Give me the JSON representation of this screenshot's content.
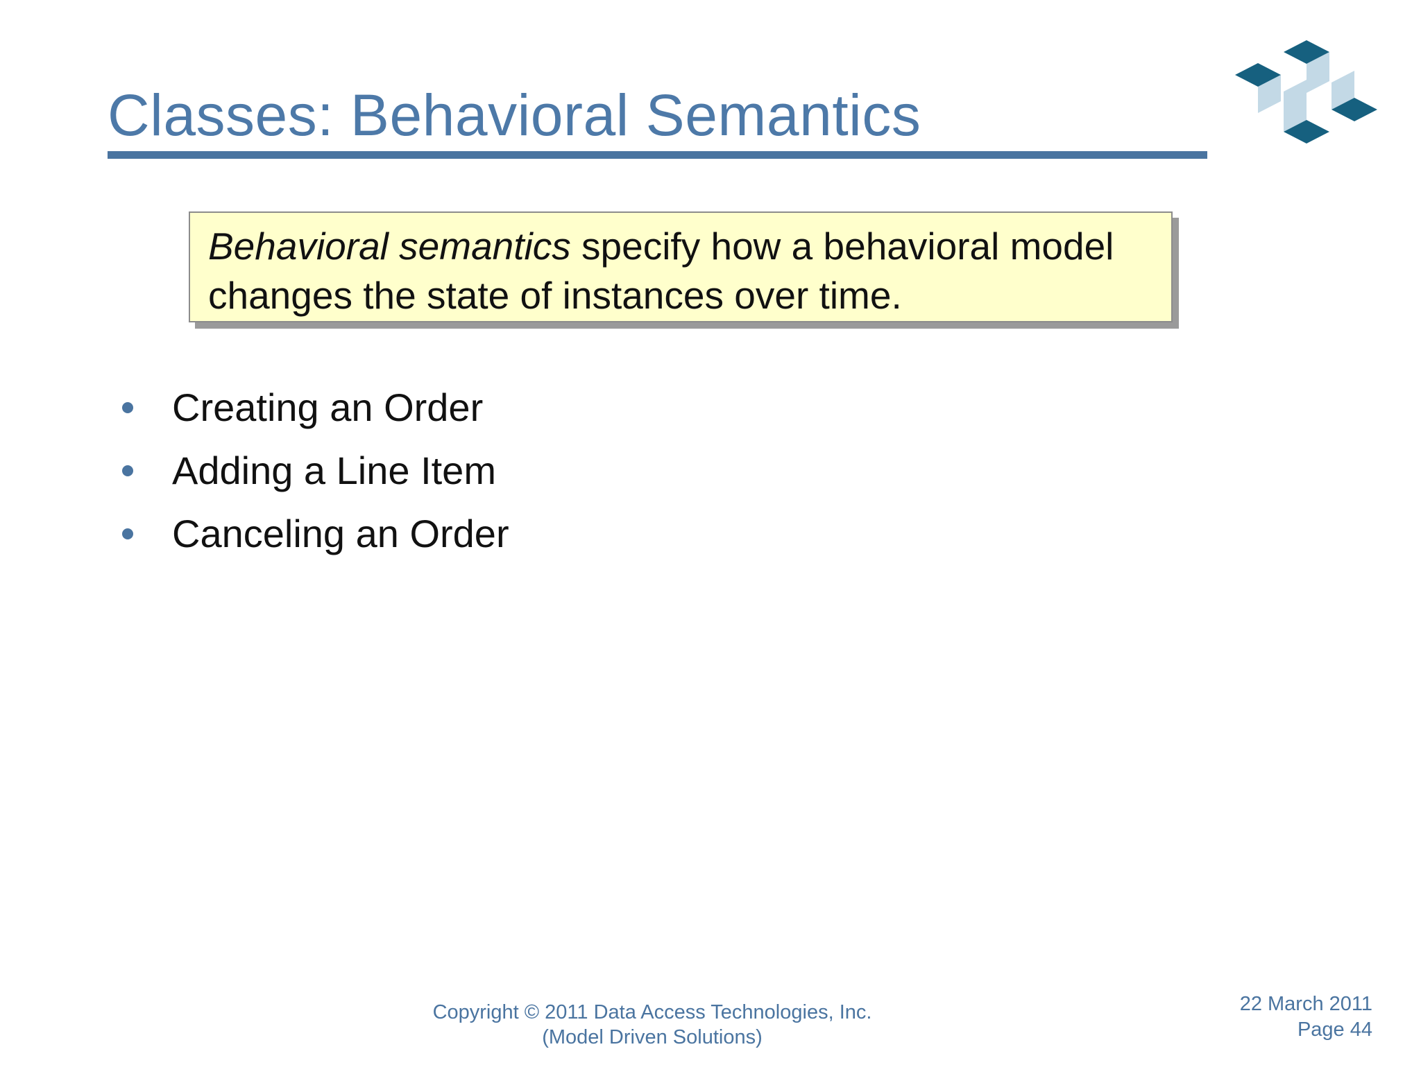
{
  "slide": {
    "title": "Classes: Behavioral Semantics",
    "callout": {
      "lead_italic": "Behavioral semantics",
      "body": " specify how a behavioral model changes the state of instances over time."
    },
    "bullets": [
      "Creating an Order",
      "Adding a Line Item",
      "Canceling an Order"
    ],
    "footer": {
      "copyright_line1": "Copyright © 2011 Data Access Technologies, Inc.",
      "copyright_line2": "(Model Driven Solutions)",
      "date": "22 March 2011",
      "page_label": "Page 44"
    },
    "colors": {
      "title_text": "#4d79a8",
      "rule": "#4a74a0",
      "bullet_dot": "#4a74a0",
      "body_text": "#111111",
      "callout_bg": "#ffffcc",
      "callout_border": "#8c8c8c",
      "callout_shadow": "#9a9a9a",
      "footer_text": "#4a74a0",
      "logo_dark": "#16607f",
      "logo_light": "#c3d9e6"
    }
  }
}
